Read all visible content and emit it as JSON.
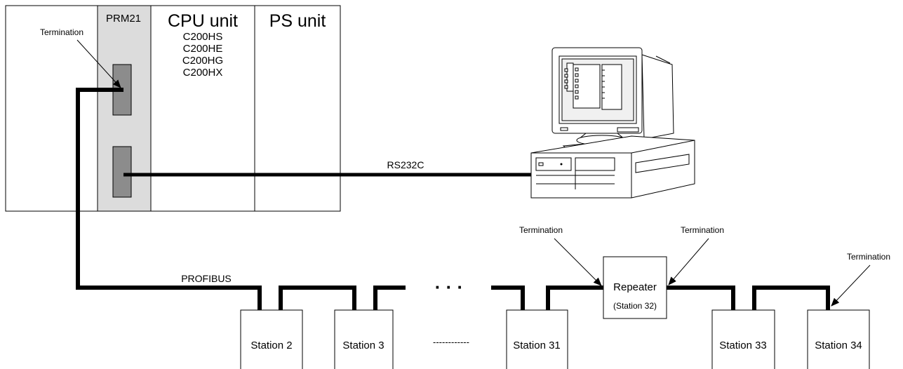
{
  "plc": {
    "module_label": "PRM21",
    "cpu_label": "CPU unit",
    "cpu_models": [
      "C200HS",
      "C200HE",
      "C200HG",
      "C200HX"
    ],
    "ps_label": "PS unit"
  },
  "labels": {
    "termination": "Termination",
    "rs232c": "RS232C",
    "profibus": "PROFIBUS",
    "repeater": "Repeater",
    "repeater_station": "(Station 32)",
    "ellipsis_dots": "· · ·",
    "ellipsis_dashes": "------------"
  },
  "stations": [
    "Station 2",
    "Station 3",
    "Station 31",
    "Station 33",
    "Station 34"
  ],
  "colors": {
    "module_fill": "#dcdcdc",
    "connector_fill": "#8c8c8c",
    "line": "#000000"
  }
}
